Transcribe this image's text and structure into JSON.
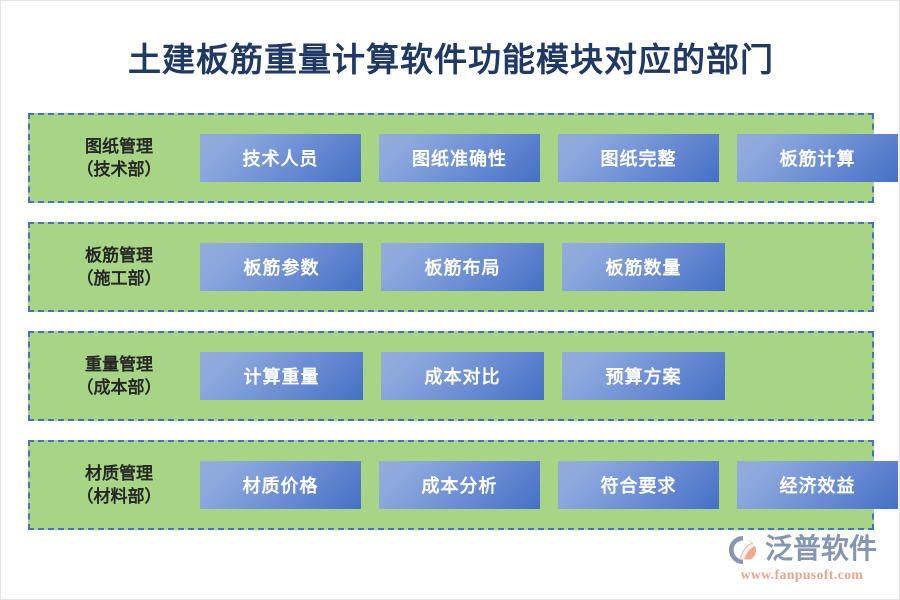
{
  "page": {
    "title": "土建板筋重量计算软件功能模块对应的部门",
    "background_color": "#ffffff",
    "title_color": "#1f3864",
    "panel_color": "#a8d585",
    "panel_border_color": "#4472c4",
    "box_gradient_from": "#93add9",
    "box_gradient_to": "#4471c6",
    "box_text_color": "#ffffff"
  },
  "rows": [
    {
      "department_line1": "图纸管理",
      "department_line2": "（技术部）",
      "modules": [
        "技术人员",
        "图纸准确性",
        "图纸完整",
        "板筋计算"
      ]
    },
    {
      "department_line1": "板筋管理",
      "department_line2": "（施工部）",
      "modules": [
        "板筋参数",
        "板筋布局",
        "板筋数量"
      ]
    },
    {
      "department_line1": "重量管理",
      "department_line2": "（成本部）",
      "modules": [
        "计算重量",
        "成本对比",
        "预算方案"
      ]
    },
    {
      "department_line1": "材质管理",
      "department_line2": "（材料部）",
      "modules": [
        "材质价格",
        "成本分析",
        "符合要求",
        "经济效益"
      ]
    }
  ],
  "logo": {
    "name": "泛普软件",
    "url": "www.fanpusoft.com",
    "mark_icon": "fanpu-swoosh-logo-icon",
    "name_color": "#8496b0",
    "url_color": "#e8a48a"
  }
}
